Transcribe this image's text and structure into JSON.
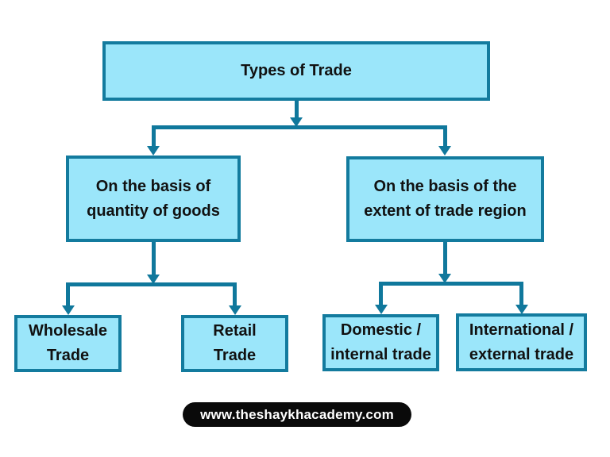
{
  "diagram": {
    "root": {
      "label": "Types of Trade"
    },
    "branches": [
      {
        "label": "On the basis of\nquantity of goods",
        "children": [
          {
            "label": "Wholesale\nTrade"
          },
          {
            "label": "Retail\nTrade"
          }
        ]
      },
      {
        "label": "On the basis of the\nextent of trade region",
        "children": [
          {
            "label": "Domestic /\ninternal trade"
          },
          {
            "label": "International /\nexternal trade"
          }
        ]
      }
    ]
  },
  "footer": {
    "website": "www.theshaykhacademy.com"
  },
  "colors": {
    "page_bg": "#ffffff",
    "box_fill": "#9be6fa",
    "box_border": "#137b9e",
    "connector": "#10789c",
    "text_color": "#111111",
    "footer_bg": "#0a0a0a",
    "footer_text": "#ffffff"
  }
}
